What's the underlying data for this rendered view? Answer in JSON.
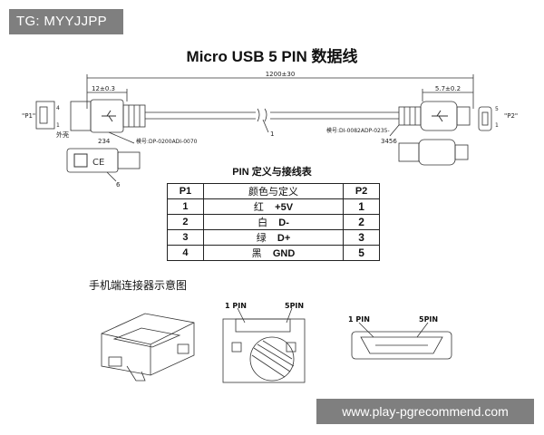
{
  "top_tag": "TG: MYYJJPP",
  "title": "Micro USB 5 PIN 数据线",
  "cable": {
    "length_dim": "1200±30",
    "left_dim": "12±0.3",
    "right_dim": "5.7±0.2",
    "p1_label": "\"P1\"",
    "p2_label": "\"P2\"",
    "outer_label": "外壳",
    "left_model": "模号:DP-0200ADI-0070",
    "right_model": "模号:DI-0082ADP-0235-",
    "callout_1": "1",
    "callout_234": "234",
    "callout_6": "6",
    "callout_3456": "3456",
    "pin_1": "1",
    "pin_4": "4",
    "pin_right_1": "1",
    "pin_right_5": "5"
  },
  "pin_table": {
    "title": "PIN 定义与接线表",
    "headers": [
      "P1",
      "颜色与定义",
      "P2"
    ],
    "rows": [
      {
        "p1": "1",
        "color": "红",
        "def": "+5V",
        "p2": "1"
      },
      {
        "p1": "2",
        "color": "白",
        "def": "D-",
        "p2": "2"
      },
      {
        "p1": "3",
        "color": "绿",
        "def": "D+",
        "p2": "3"
      },
      {
        "p1": "4",
        "color": "黑",
        "def": "GND",
        "p2": "5"
      }
    ]
  },
  "phone_diagram": {
    "title": "手机端连接器示意图",
    "front_pin1": "1 PIN",
    "front_pin5": "5PIN",
    "side_pin1": "1 PIN",
    "side_pin5": "5PIN"
  },
  "watermark": "www.play-pgrecommend.com"
}
